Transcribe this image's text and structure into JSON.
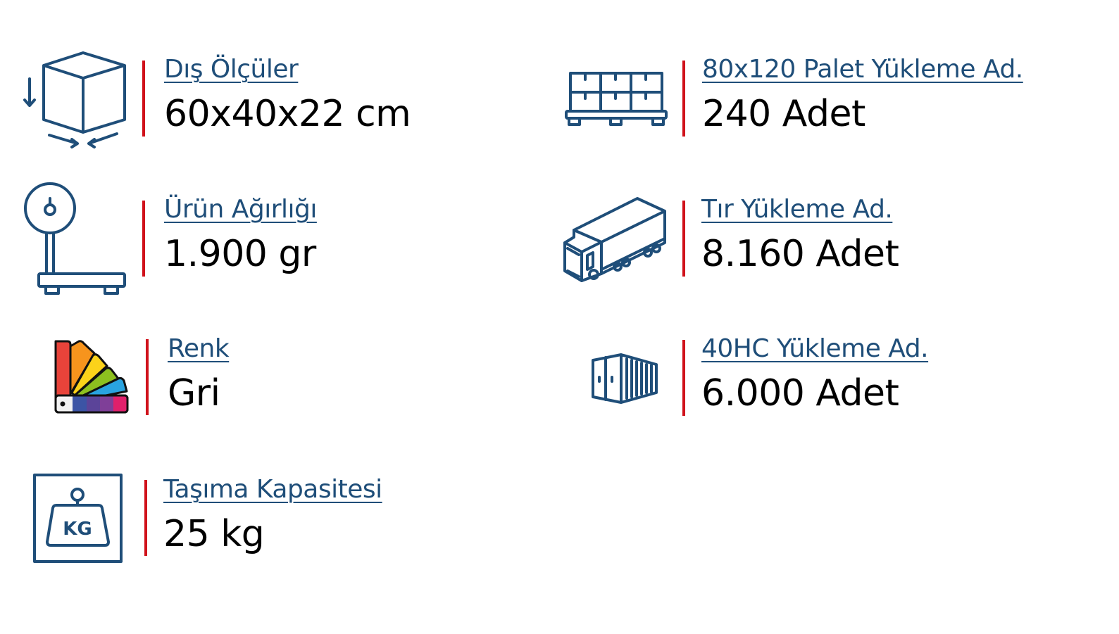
{
  "specs": [
    {
      "id": "dimensions",
      "label": "Dış Ölçüler",
      "value": "60x40x22 cm",
      "icon": "box-dimensions-icon"
    },
    {
      "id": "weight",
      "label": "Ürün Ağırlığı",
      "value": "1.900 gr",
      "icon": "scale-icon"
    },
    {
      "id": "color",
      "label": "Renk",
      "value": "Gri",
      "icon": "color-palette-icon"
    },
    {
      "id": "capacity",
      "label": "Taşıma Kapasitesi",
      "value": "25 kg",
      "icon": "kg-weight-icon"
    },
    {
      "id": "pallet",
      "label": "80x120 Palet Yükleme Ad.",
      "value": "240 Adet",
      "icon": "pallet-icon"
    },
    {
      "id": "truck",
      "label": "Tır Yükleme Ad.",
      "value": "8.160 Adet",
      "icon": "truck-icon"
    },
    {
      "id": "container",
      "label": "40HC Yükleme Ad.",
      "value": "6.000 Adet",
      "icon": "container-icon"
    }
  ],
  "colors": {
    "label": "#1f4e79",
    "divider": "#d0121b",
    "value": "#000000",
    "icon": "#1f4e79"
  }
}
